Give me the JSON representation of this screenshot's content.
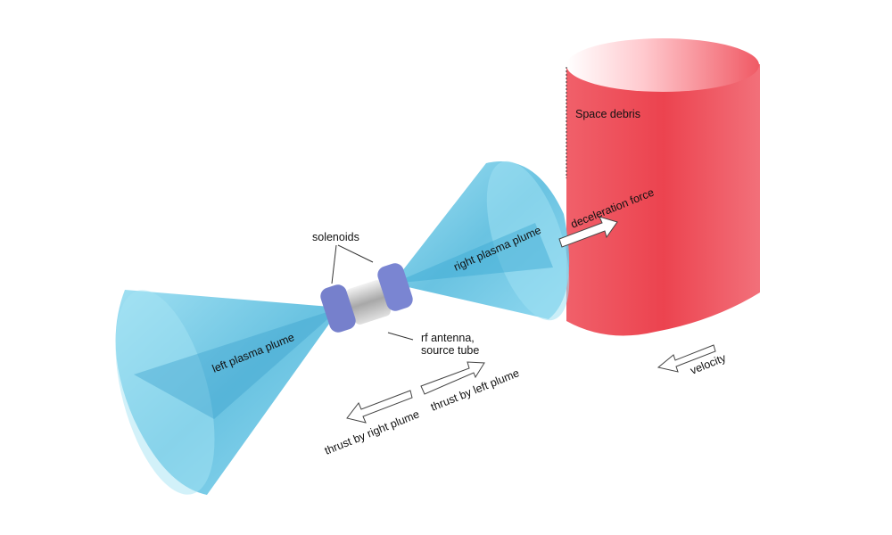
{
  "labels": {
    "space_debris": "Space debris",
    "deceleration_force": "deceleration force",
    "solenoids": "solenoids",
    "right_plasma_plume": "right plasma plume",
    "left_plasma_plume": "left plasma plume",
    "rf_antenna_1": "rf antenna,",
    "rf_antenna_2": "source tube",
    "velocity": "velocity",
    "thrust_right": "thrust by right plume",
    "thrust_left": "thrust by left plume"
  },
  "colors": {
    "plume": "#5ec8e6",
    "debris": "#ee4a55",
    "solenoid": "#7b86d0"
  }
}
